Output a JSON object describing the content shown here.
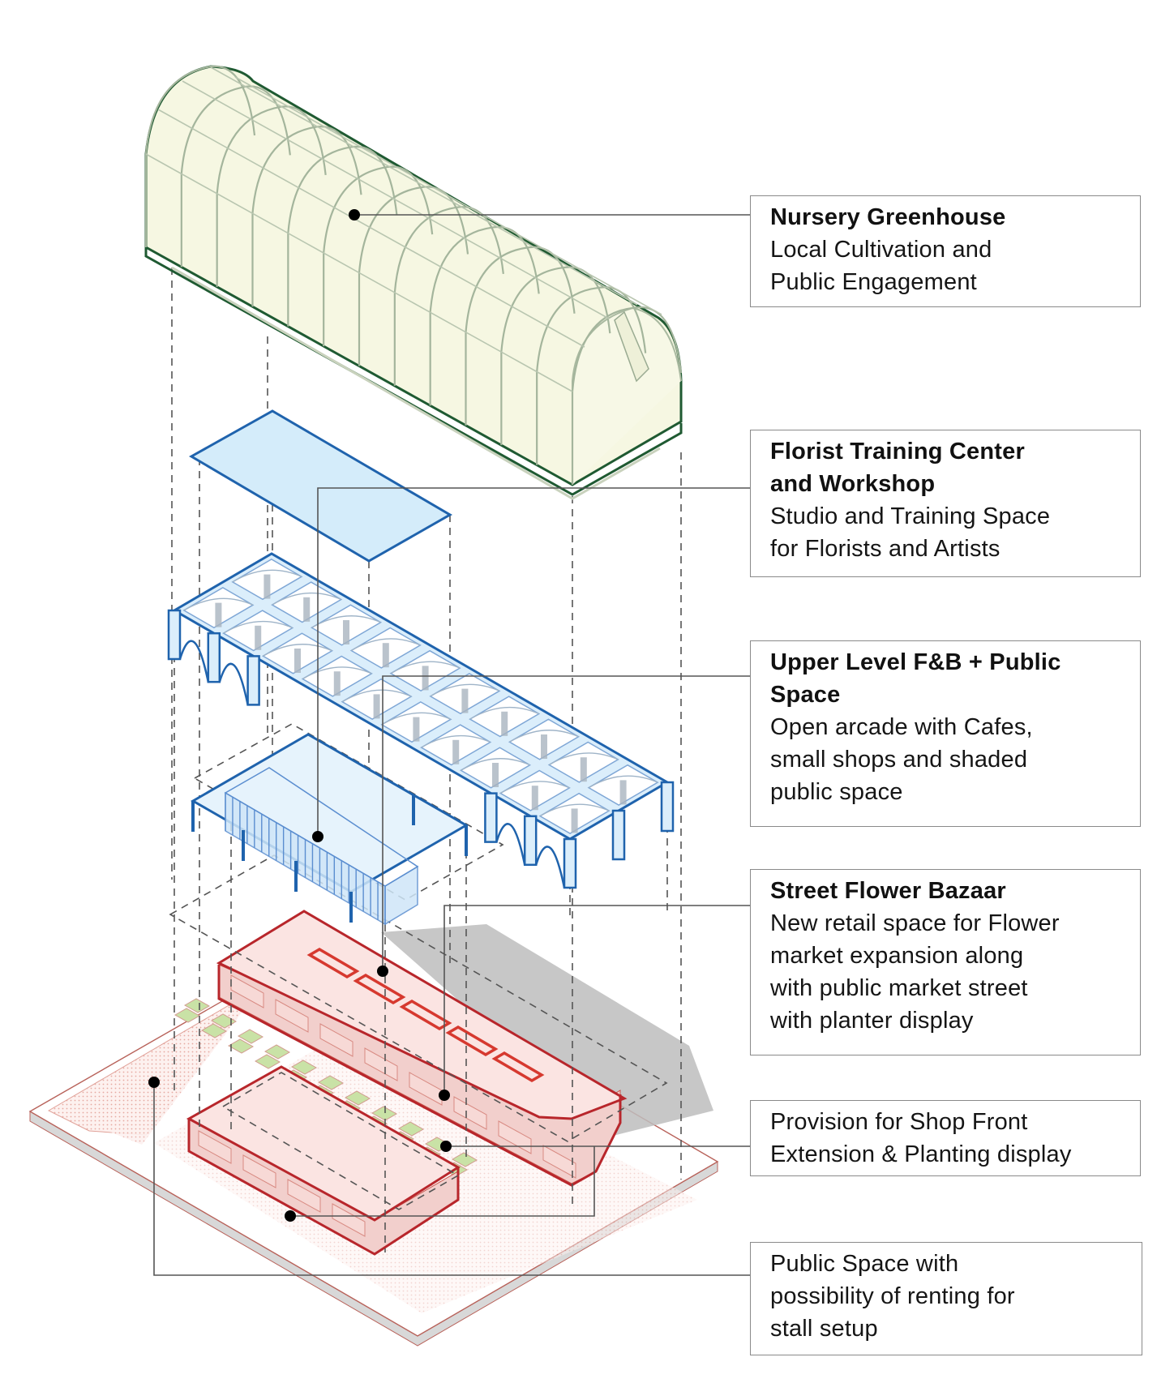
{
  "diagram": {
    "type": "exploded-axonometric",
    "palette": {
      "greenhouse_fill": "#f6f7e2",
      "greenhouse_stroke": "#1f5a32",
      "greenhouse_frame": "#a9b9a0",
      "florist_fill": "#d4ecfa",
      "arcade_stroke": "#1f63ad",
      "arcade_fill": "#dbeefb",
      "arcade_shade": "#a9b4bf",
      "bazaar_stroke": "#b8262b",
      "bazaar_fill": "#fbe1df",
      "planter_fill": "#c9e2a6",
      "shadow": "#bdbdbd",
      "leader": "#555555",
      "dot": "#000000"
    }
  },
  "labels": [
    {
      "id": "greenhouse",
      "title": "Nursery Greenhouse",
      "description": "Local Cultivation and\nPublic Engagement"
    },
    {
      "id": "florist",
      "title": "Florist Training Center\nand Workshop",
      "description": "Studio and Training Space\nfor Florists and Artists"
    },
    {
      "id": "upper",
      "title": "Upper Level F&B + Public\nSpace",
      "description": "Open arcade with Cafes,\nsmall shops and shaded\npublic space"
    },
    {
      "id": "bazaar",
      "title": "Street Flower Bazaar",
      "description": "New retail space for Flower\nmarket expansion along\nwith public market street\nwith planter display"
    },
    {
      "id": "shopfront",
      "title": "",
      "description": "Provision for Shop Front\nExtension & Planting display"
    },
    {
      "id": "public",
      "title": "",
      "description": "Public Space with\npossibility of renting for\nstall setup"
    }
  ]
}
